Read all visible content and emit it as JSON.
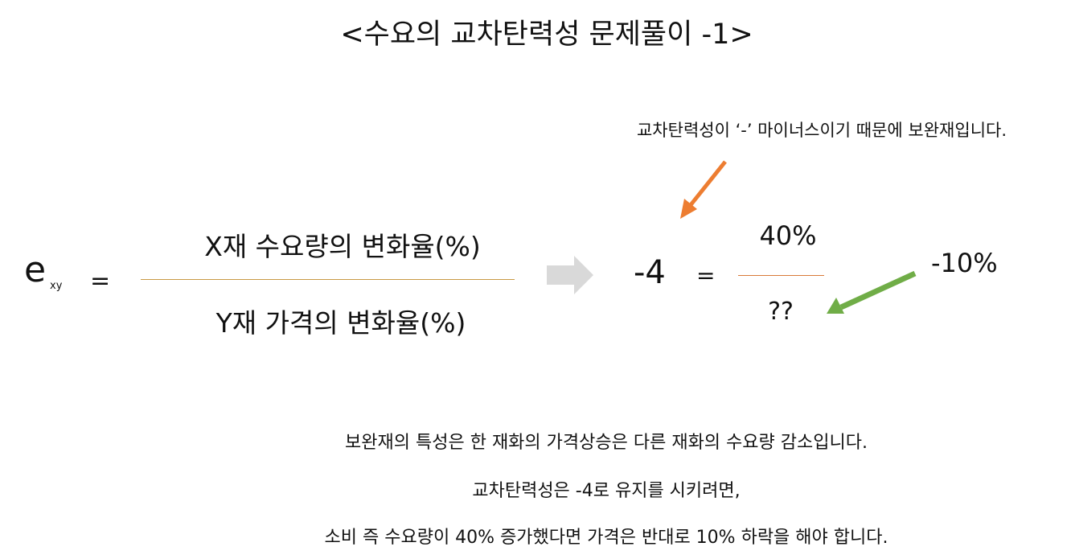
{
  "title": "<수요의 교차탄력성 문제풀이 -1>",
  "note_top": "교차탄력성이 ‘-’ 마이너스이기 때문에 보완재입니다.",
  "formula": {
    "symbol": "e",
    "subscript": "xy",
    "equals": "=",
    "numerator": "X재 수요량의 변화율(%)",
    "denominator": "Y재 가격의 변화율(%)"
  },
  "calc": {
    "value": "-4",
    "equals": "=",
    "numerator": "40%",
    "denominator": "??",
    "answer": "-10%"
  },
  "explanation": [
    "보완재의 특성은 한 재화의 가격상승은 다른 재화의 수요량 감소입니다.",
    "교차탄력성은 -4로 유지를 시키려면,",
    "소비 즉 수요량이 40% 증가했다면 가격은 반대로 10% 하락을 해야 합니다."
  ],
  "colors": {
    "orange_arrow": "#ed7d31",
    "green_arrow": "#70ad47",
    "gray_arrow": "#d9d9d9",
    "fraction_line_1": "#c99a44",
    "fraction_line_2": "#d97a3a"
  }
}
